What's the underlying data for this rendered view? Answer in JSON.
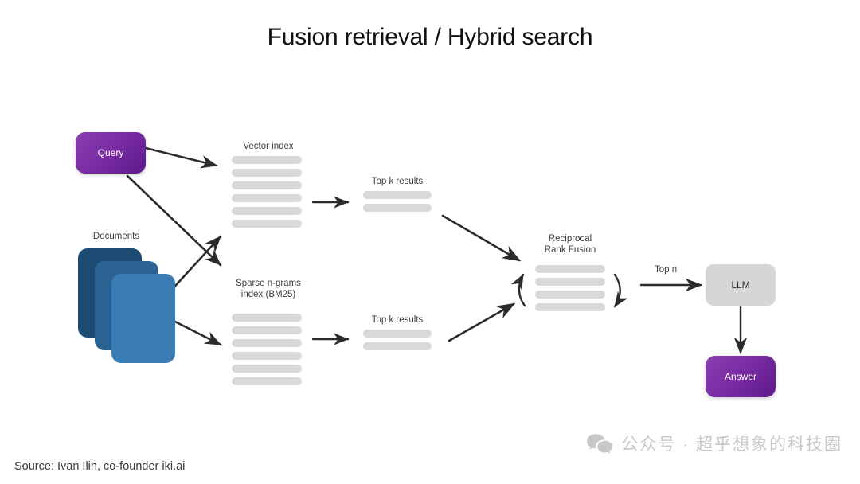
{
  "slide": {
    "title": "Fusion retrieval / Hybrid search",
    "source": "Source: Ivan Ilin, co-founder iki.ai"
  },
  "nodes": {
    "query": {
      "label": "Query",
      "color": "#7b2ca4"
    },
    "documents": {
      "label": "Documents",
      "colors": [
        "#1b4a72",
        "#2a6294",
        "#3a7cb5"
      ]
    },
    "vector_index": {
      "label": "Vector index",
      "bar_count": 6,
      "bar_color": "#d9d9d9"
    },
    "sparse_index": {
      "label": "Sparse n-grams\nindex (BM25)",
      "bar_count": 6,
      "bar_color": "#d9d9d9"
    },
    "topk_vector": {
      "label": "Top k results",
      "bar_count": 2,
      "bar_color": "#d9d9d9"
    },
    "topk_sparse": {
      "label": "Top k results",
      "bar_count": 2,
      "bar_color": "#d9d9d9"
    },
    "rrf": {
      "label": "Reciprocal\nRank Fusion",
      "bar_count": 4,
      "bar_color": "#d9d9d9"
    },
    "llm": {
      "label": "LLM",
      "color": "#d6d6d6"
    },
    "answer": {
      "label": "Answer",
      "color": "#7b2ca4"
    }
  },
  "edges": {
    "topn_label": "Top n"
  },
  "watermark": {
    "icon": "wechat-icon",
    "text": "公众号 · 超乎想象的科技圈"
  }
}
